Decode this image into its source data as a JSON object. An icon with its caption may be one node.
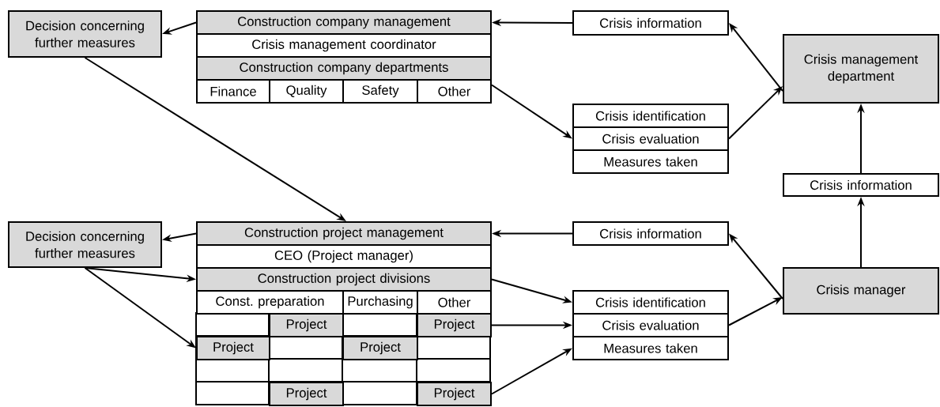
{
  "diagram": {
    "nodes": [
      {
        "text": [
          "Decision concerning further measures"
        ]
      },
      {
        "text": [
          "Construction company management"
        ]
      },
      {
        "text": [
          "Crisis management coordinator"
        ]
      },
      {
        "text": [
          "Construction company departments"
        ]
      },
      {
        "text": [
          "Finance"
        ]
      },
      {
        "text": [
          "Quality"
        ]
      },
      {
        "text": [
          "Safety"
        ]
      },
      {
        "text": [
          "Other"
        ]
      },
      {
        "text": [
          "Crisis information"
        ]
      },
      {
        "text": [
          "Crisis management department"
        ]
      },
      {
        "text": [
          "Crisis identification"
        ]
      },
      {
        "text": [
          "Crisis evaluation"
        ]
      },
      {
        "text": [
          "Measures taken"
        ]
      },
      {
        "text": [
          "Crisis information"
        ]
      },
      {
        "text": [
          "Decision concerning further measures"
        ]
      },
      {
        "text": [
          "Construction project management"
        ]
      },
      {
        "text": [
          "CEO (Project manager)"
        ]
      },
      {
        "text": [
          "Construction project divisions"
        ]
      },
      {
        "text": [
          "Const. preparation"
        ]
      },
      {
        "text": [
          "Purchasing"
        ]
      },
      {
        "text": [
          "Other"
        ]
      },
      {
        "text": [
          "Project"
        ]
      },
      {
        "text": [
          "Project"
        ]
      },
      {
        "text": [
          "Project"
        ]
      },
      {
        "text": [
          "Project"
        ]
      },
      {
        "text": [
          "Project"
        ]
      },
      {
        "text": [
          "Project"
        ]
      },
      {
        "text": [
          "Crisis information"
        ]
      },
      {
        "text": [
          "Crisis identification"
        ]
      },
      {
        "text": [
          "Crisis evaluation"
        ]
      },
      {
        "text": [
          "Measures taken"
        ]
      },
      {
        "text": [
          "Crisis manager"
        ]
      }
    ],
    "edges": [
      {
        "from": 1,
        "to": 0,
        "arrow": "to"
      },
      {
        "from": 8,
        "to": 1,
        "arrow": "to"
      },
      {
        "from": 9,
        "to": 8,
        "arrow": "to"
      },
      {
        "from": 7,
        "to": 11,
        "arrow": "to"
      },
      {
        "from": 11,
        "to": 9,
        "arrow": "to"
      },
      {
        "from": 13,
        "to": 9,
        "arrow": "to"
      },
      {
        "from": 0,
        "to": 15,
        "arrow": "to"
      },
      {
        "from": 15,
        "to": 14,
        "arrow": "to"
      },
      {
        "from": 27,
        "to": 15,
        "arrow": "to"
      },
      {
        "from": 31,
        "to": 27,
        "arrow": "to"
      },
      {
        "from": 31,
        "to": 13,
        "arrow": "to"
      },
      {
        "from": 14,
        "to": 17,
        "arrow": "to"
      },
      {
        "from": 14,
        "to": 23,
        "arrow": "to"
      },
      {
        "from": 17,
        "to": 28,
        "arrow": "to"
      },
      {
        "from": 22,
        "to": 29,
        "arrow": "to"
      },
      {
        "from": 26,
        "to": 30,
        "arrow": "to"
      },
      {
        "from": 29,
        "to": 31,
        "arrow": "to"
      }
    ]
  }
}
